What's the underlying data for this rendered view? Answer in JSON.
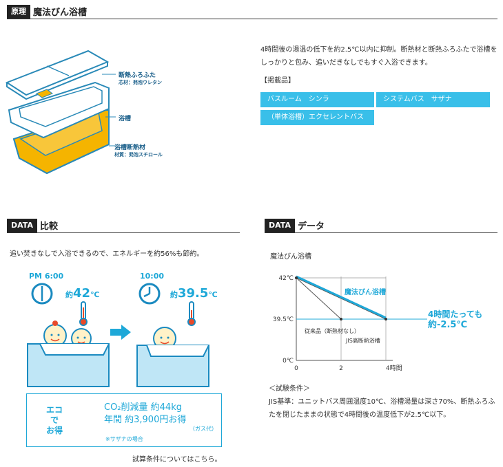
{
  "principle": {
    "tag": "原理",
    "title": "魔法びん浴槽",
    "description": "4時間後の湯温の低下を約2.5℃以内に抑制。断熱材と断熱ふろふたで浴槽をしっかりと包み、追いだきなしでもすぐ入浴できます。",
    "products_label": "【掲載品】",
    "products": [
      "バスルーム　シンラ",
      "システムバス　サザナ",
      "（単体浴槽）エクセレントバス"
    ],
    "diagram_labels": {
      "lid": "断熱ふろふた",
      "lid_sub": "芯材：発泡ウレタン",
      "tub": "浴槽",
      "insulation": "浴槽断熱材",
      "insulation_sub": "材質：発泡スチロール"
    }
  },
  "compare": {
    "tag": "DATA",
    "title": "比較",
    "description": "追い焚きなしで入浴できるので、エネルギーを約56%も節約。",
    "before_time": "PM 6:00",
    "before_temp_prefix": "約",
    "before_temp": "42",
    "after_time": "10:00",
    "after_temp_prefix": "約",
    "after_temp": "39.5",
    "temp_unit": "℃",
    "eco_label": [
      "エコ",
      "で",
      "お得"
    ],
    "co2_line": "CO₂削減量 約44kg",
    "yen_line": "年間 約3,900円お得",
    "gas_note": "（ガス代）",
    "sazana_note": "※サザナの場合",
    "calc_link": "試算条件についてはこちら。"
  },
  "data": {
    "tag": "DATA",
    "title": "データ",
    "chart_title": "魔法びん浴槽",
    "annotation_line1": "4時間たっても",
    "annotation_line2": "約-2.5℃",
    "conditions_title": "＜試験条件＞",
    "conditions_text": "JIS基準：ユニットバス周囲温度10℃、浴槽湯量は深さ70%、断熱ふろふたを閉じたままの状態で4時間後の温度低下が2.5℃以下。"
  },
  "chart_data": {
    "type": "line",
    "title": "魔法びん浴槽",
    "xlabel": "",
    "ylabel": "",
    "x_ticks": [
      "0",
      "2",
      "4時間"
    ],
    "y_ticks": [
      "42℃",
      "39.5℃",
      "0℃"
    ],
    "series": [
      {
        "name": "魔法びん浴槽",
        "x": [
          0,
          4
        ],
        "y": [
          42,
          39.5
        ],
        "color": "#1ea8d8"
      },
      {
        "name": "従来品（断熱材なし）",
        "x": [
          0,
          2
        ],
        "y": [
          42,
          39.5
        ],
        "color": "#555555"
      },
      {
        "name": "JIS高断熱浴槽",
        "x": [
          0,
          4
        ],
        "y": [
          42,
          39.5
        ],
        "color": "#555555"
      }
    ],
    "colors": {
      "accent": "#1ea8d8",
      "orange": "#f5b400",
      "button": "#39bfe9"
    }
  }
}
